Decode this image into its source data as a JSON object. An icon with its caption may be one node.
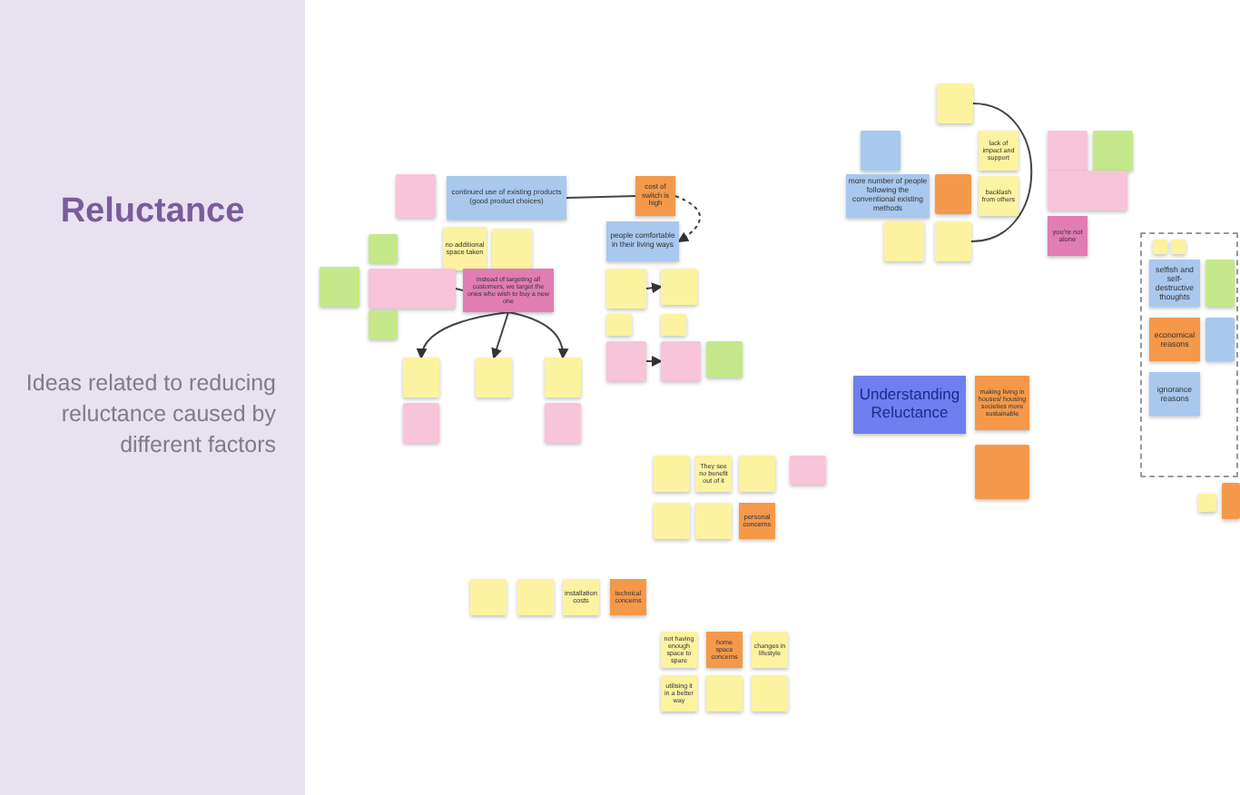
{
  "diagram": {
    "title": "Reluctance",
    "nodes": [
      {
        "text": [],
        "shape": "box"
      },
      {
        "text": [
          "continued use of existing products (good product choices)"
        ]
      },
      {
        "text": [
          "cost of switch is high"
        ]
      },
      {
        "text": [
          "no additional space taken"
        ]
      },
      {
        "text": [],
        "shape": "box"
      },
      {
        "text": [
          "people comfortable in their living ways"
        ]
      },
      {
        "text": [],
        "shape": "box"
      },
      {
        "text": [],
        "shape": "box"
      },
      {
        "text": [],
        "shape": "box"
      },
      {
        "text": [
          "instead of targeting all customers, we target the ones who wish to buy a new one"
        ]
      },
      {
        "text": [],
        "shape": "box"
      },
      {
        "text": [],
        "shape": "box"
      },
      {
        "text": [],
        "shape": "box"
      },
      {
        "text": [],
        "shape": "box"
      },
      {
        "text": [],
        "shape": "box"
      },
      {
        "text": [],
        "shape": "box"
      },
      {
        "text": [],
        "shape": "box"
      },
      {
        "text": [],
        "shape": "box"
      },
      {
        "text": [],
        "shape": "box"
      },
      {
        "text": [],
        "shape": "box"
      },
      {
        "text": [],
        "shape": "box"
      },
      {
        "text": [],
        "shape": "box"
      },
      {
        "text": [],
        "shape": "box"
      },
      {
        "text": [],
        "shape": "box"
      },
      {
        "text": [],
        "shape": "box"
      },
      {
        "text": [
          "lack of impact and support"
        ]
      },
      {
        "text": [],
        "shape": "box"
      },
      {
        "text": [],
        "shape": "box"
      },
      {
        "text": [
          "more number of people following the conventional existing methods"
        ]
      },
      {
        "text": [],
        "shape": "box"
      },
      {
        "text": [
          "backlash from others"
        ]
      },
      {
        "text": [],
        "shape": "box"
      },
      {
        "text": [],
        "shape": "box"
      },
      {
        "text": [],
        "shape": "box"
      },
      {
        "text": [
          "you're not alone"
        ]
      },
      {
        "text": [],
        "shape": "box"
      },
      {
        "text": [],
        "shape": "box",
        "in": 35
      },
      {
        "text": [],
        "shape": "box",
        "in": 35
      },
      {
        "text": [
          "selfish and self-destructive thoughts"
        ],
        "in": 35
      },
      {
        "text": [],
        "shape": "box",
        "in": 35
      },
      {
        "text": [
          "economical reasons"
        ],
        "in": 35
      },
      {
        "text": [],
        "shape": "box",
        "in": 35
      },
      {
        "text": [
          "ignorance reasons"
        ],
        "in": 35
      },
      {
        "text": [
          "Understanding Reluctance"
        ]
      },
      {
        "text": [
          "making living in houses/ housing societies more sustainable"
        ]
      },
      {
        "text": [],
        "shape": "box"
      },
      {
        "text": [],
        "shape": "box"
      },
      {
        "text": [],
        "shape": "box"
      },
      {
        "text": [],
        "shape": "box"
      },
      {
        "text": [
          "They see no benefit out of it"
        ]
      },
      {
        "text": [],
        "shape": "box"
      },
      {
        "text": [],
        "shape": "box"
      },
      {
        "text": [],
        "shape": "box"
      },
      {
        "text": [],
        "shape": "box"
      },
      {
        "text": [
          "personal concerns"
        ]
      },
      {
        "text": [],
        "shape": "box"
      },
      {
        "text": [],
        "shape": "box"
      },
      {
        "text": [
          "installation costs"
        ]
      },
      {
        "text": [
          "technical concerns"
        ]
      },
      {
        "text": [
          "not having enough space to spare"
        ]
      },
      {
        "text": [
          "home space concerns"
        ]
      },
      {
        "text": [
          "changes in lifestyle"
        ]
      },
      {
        "text": [
          "utilising it in a better way"
        ]
      },
      {
        "text": [],
        "shape": "box"
      },
      {
        "text": [],
        "shape": "box"
      }
    ],
    "edges": [
      {
        "from": 2,
        "to": 1,
        "arrow": "none"
      },
      {
        "from": 2,
        "to": 5,
        "arrow": "to",
        "style": "dashed"
      },
      {
        "from": 9,
        "to": 8,
        "arrow": "none"
      },
      {
        "from": 9,
        "to": 18,
        "arrow": "to"
      },
      {
        "from": 9,
        "to": 19,
        "arrow": "to"
      },
      {
        "from": 9,
        "to": 20,
        "arrow": "to"
      },
      {
        "from": 10,
        "to": 11,
        "arrow": "to"
      },
      {
        "from": 15,
        "to": 16,
        "arrow": "to"
      },
      {
        "from": 23,
        "to": 33,
        "arrow": "none"
      }
    ],
    "labels": [
      "Ideas related to reducing reluctance caused by different factors"
    ]
  }
}
